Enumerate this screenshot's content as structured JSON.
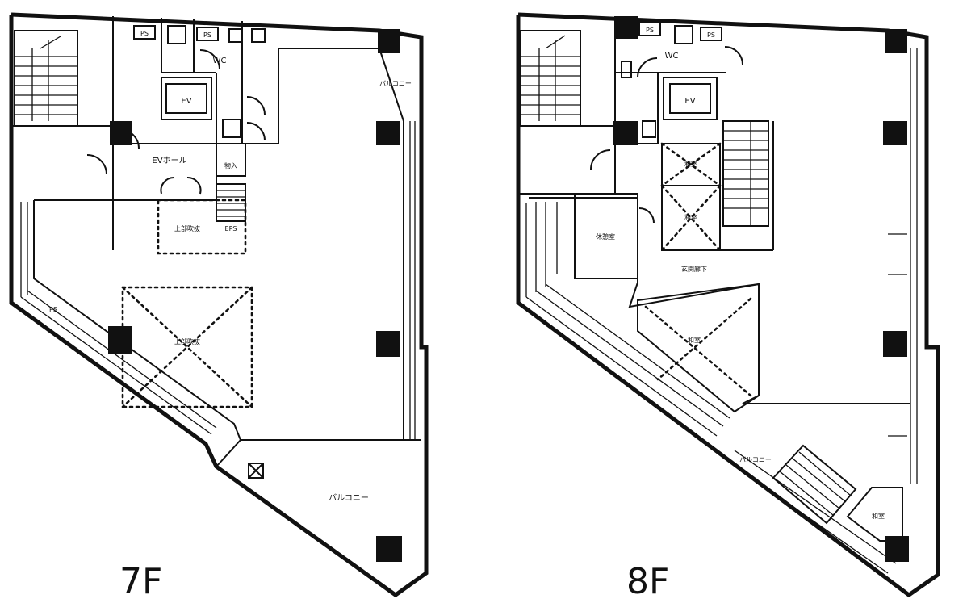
{
  "floors": [
    {
      "name": "7F",
      "labels": {
        "ps1": "PS",
        "ps2": "PS",
        "wc": "WC",
        "ev": "EV",
        "ev_hall": "EVホール",
        "storage": "物入",
        "eps": "EPS",
        "balcony_top": "バルコニー",
        "balcony": "バルコニー",
        "upper_open_small": "上部吹抜",
        "upper_open_large": "上部吹抜",
        "ps_side": "PS"
      }
    },
    {
      "name": "8F",
      "labels": {
        "ps1": "PS",
        "ps2": "PS",
        "wc": "WC",
        "ev": "EV",
        "washitsu1": "和室",
        "washitsu2": "和室",
        "rest_room": "休憩室",
        "corridor": "玄関廊下",
        "washitsu3": "和室",
        "balcony": "バルコニー",
        "washitsu4": "和室"
      }
    }
  ]
}
